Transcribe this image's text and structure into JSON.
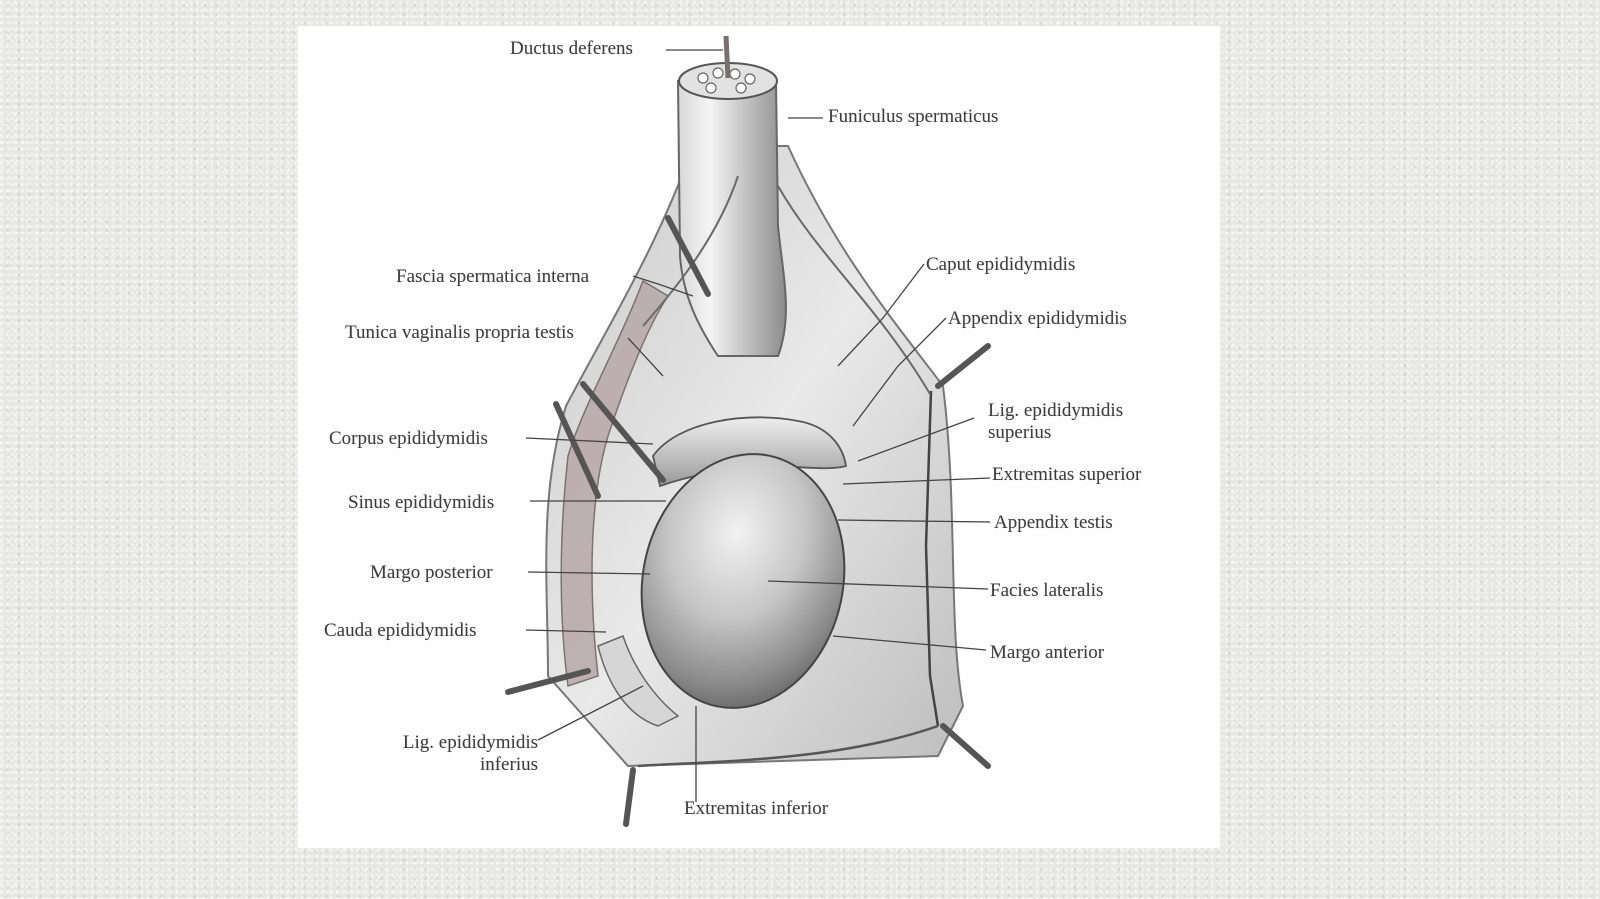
{
  "figure": {
    "labels": {
      "ductus_deferens": "Ductus deferens",
      "funiculus_spermaticus": "Funiculus spermaticus",
      "fascia_spermatica_interna": "Fascia spermatica interna",
      "caput_epididymidis": "Caput epididymidis",
      "tunica_vaginalis": "Tunica vaginalis propria testis",
      "appendix_epididymidis": "Appendix epididymidis",
      "corpus_epididymidis": "Corpus epididymidis",
      "lig_epididymidis_superius_1": "Lig. epididymidis",
      "lig_epididymidis_superius_2": "superius",
      "extremitas_superior": "Extremitas superior",
      "sinus_epididymidis": "Sinus epididymidis",
      "appendix_testis": "Appendix testis",
      "margo_posterior": "Margo posterior",
      "facies_lateralis": "Facies lateralis",
      "cauda_epididymidis": "Cauda epididymidis",
      "margo_anterior": "Margo anterior",
      "lig_epididymidis_inferius_1": "Lig. epididymidis",
      "lig_epididymidis_inferius_2": "inferius",
      "extremitas_inferior": "Extremitas inferior"
    },
    "colors": {
      "background": "#e6e6e3",
      "plate": "#fefefe",
      "ink": "#3c3c3c",
      "testis_light": "#ececec",
      "testis_dark": "#6e6e6e"
    }
  }
}
